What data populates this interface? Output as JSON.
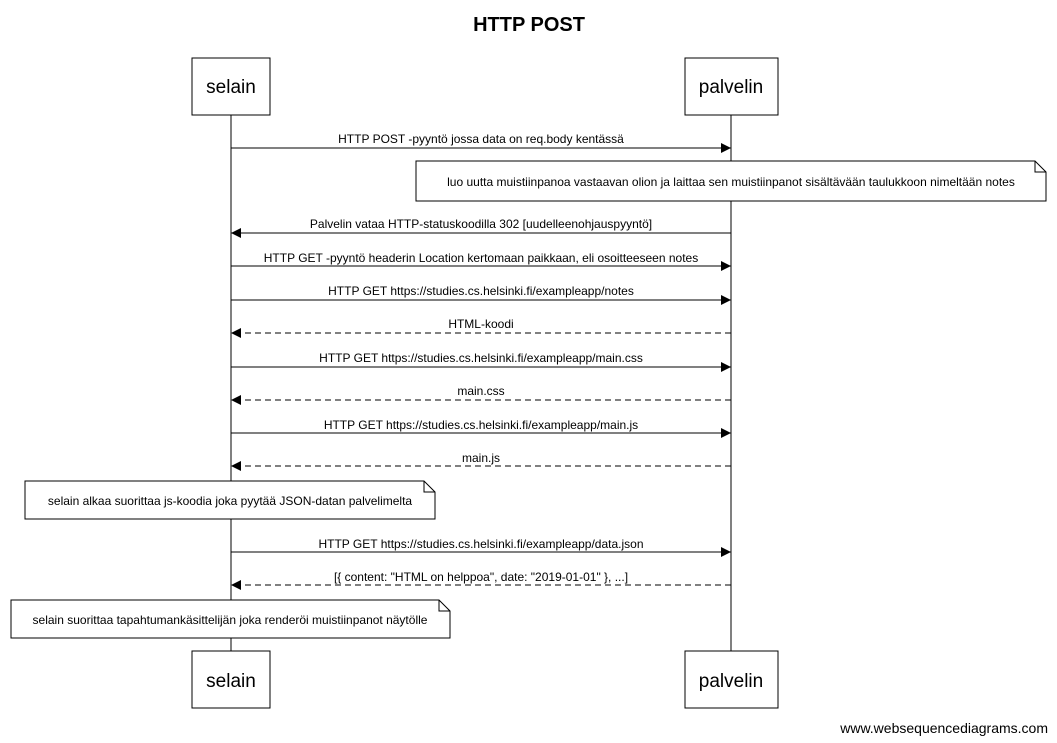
{
  "title": "HTTP POST",
  "participants": {
    "browser": "selain",
    "server": "palvelin"
  },
  "messages": [
    {
      "from": "browser",
      "to": "server",
      "style": "solid",
      "text": "HTTP POST -pyyntö jossa data on req.body kentässä"
    },
    {
      "from": "server",
      "to": "browser",
      "style": "solid",
      "text": "Palvelin vataa HTTP-statuskoodilla 302 [uudelleenohjauspyyntö]"
    },
    {
      "from": "browser",
      "to": "server",
      "style": "solid",
      "text": "HTTP GET -pyyntö headerin Location kertomaan paikkaan, eli osoitteeseen notes"
    },
    {
      "from": "browser",
      "to": "server",
      "style": "solid",
      "text": "HTTP GET https://studies.cs.helsinki.fi/exampleapp/notes"
    },
    {
      "from": "server",
      "to": "browser",
      "style": "dashed",
      "text": "HTML-koodi"
    },
    {
      "from": "browser",
      "to": "server",
      "style": "solid",
      "text": "HTTP GET https://studies.cs.helsinki.fi/exampleapp/main.css"
    },
    {
      "from": "server",
      "to": "browser",
      "style": "dashed",
      "text": "main.css"
    },
    {
      "from": "browser",
      "to": "server",
      "style": "solid",
      "text": "HTTP GET https://studies.cs.helsinki.fi/exampleapp/main.js"
    },
    {
      "from": "server",
      "to": "browser",
      "style": "dashed",
      "text": "main.js"
    },
    {
      "from": "browser",
      "to": "server",
      "style": "solid",
      "text": "HTTP GET https://studies.cs.helsinki.fi/exampleapp/data.json"
    },
    {
      "from": "server",
      "to": "browser",
      "style": "dashed",
      "text": "[{ content: \"HTML on helppoa\", date: \"2019-01-01\" }, ...]"
    }
  ],
  "notes": [
    {
      "over": "server",
      "text": "luo uutta muistiinpanoa vastaavan olion ja laittaa sen muistiinpanot sisältävään taulukkoon nimeltään notes"
    },
    {
      "over": "browser",
      "text": "selain alkaa suorittaa js-koodia joka pyytää JSON-datan palvelimelta"
    },
    {
      "over": "browser",
      "text": "selain suorittaa tapahtumankäsittelijän joka renderöi muistiinpanot näytölle"
    }
  ],
  "watermark": "www.websequencediagrams.com"
}
